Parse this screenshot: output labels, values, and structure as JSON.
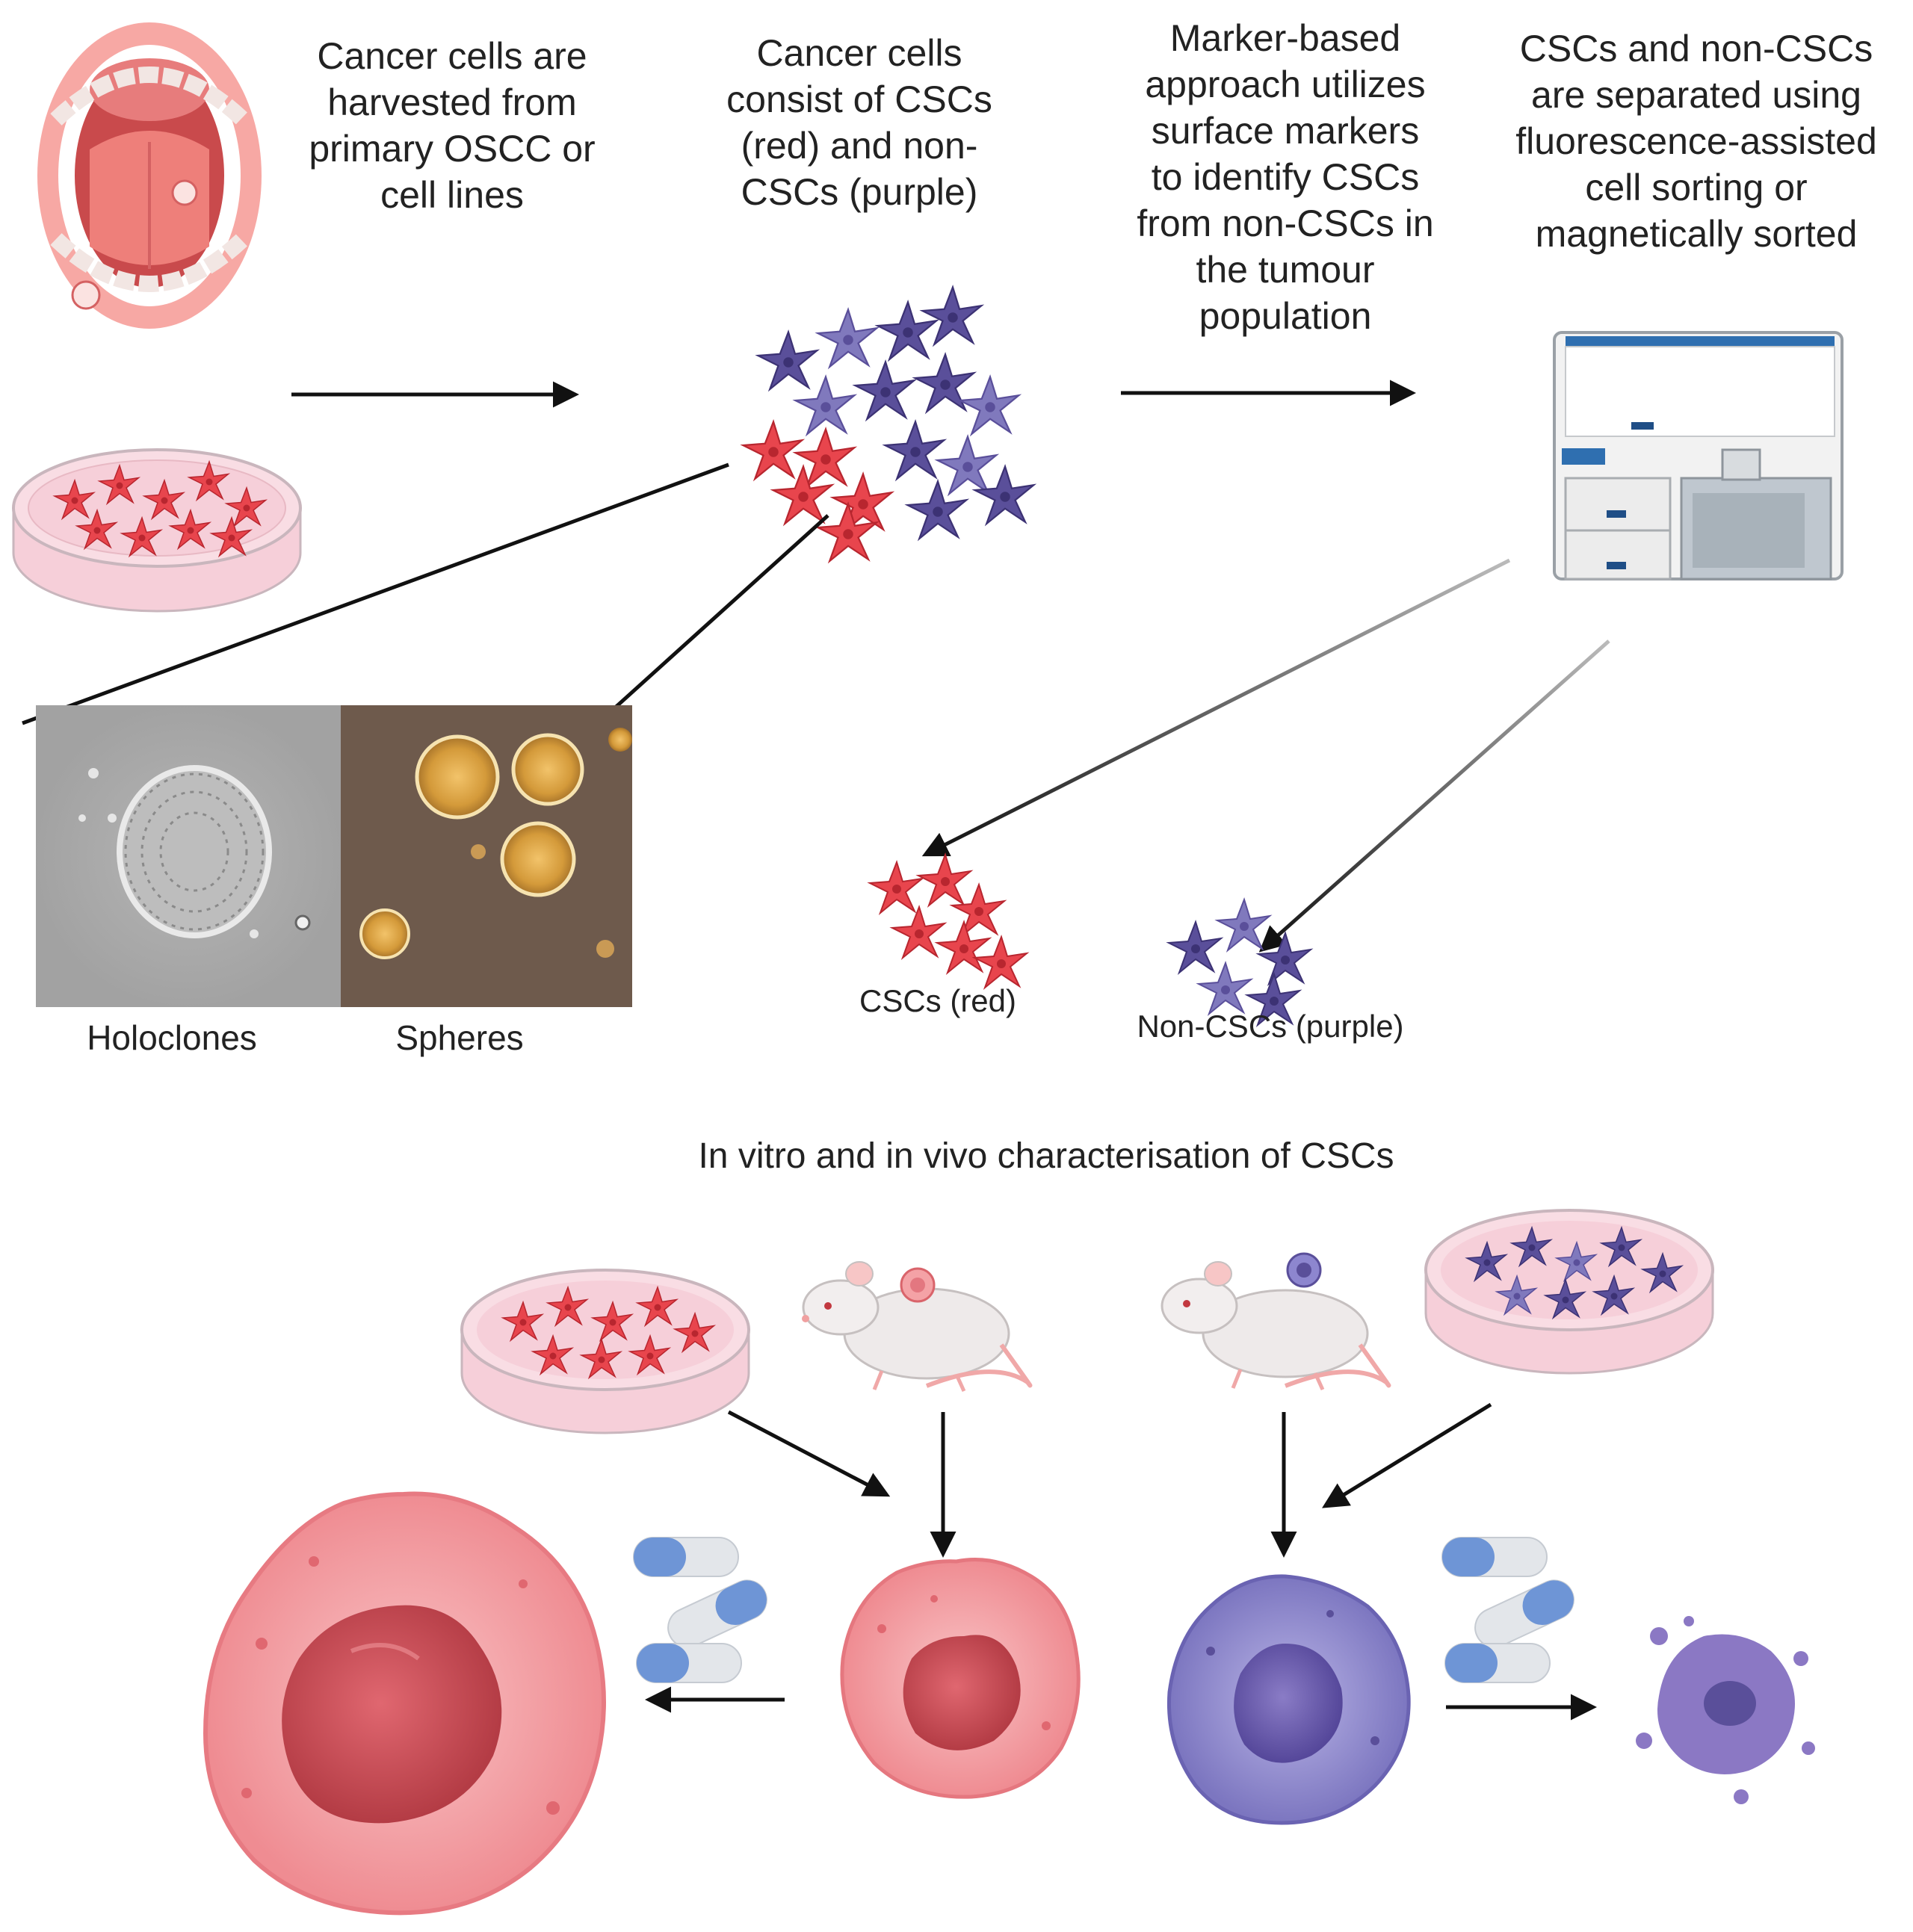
{
  "steps": {
    "harvest": "Cancer cells are\nharvested from\nprimary OSCC or\ncell lines",
    "consist": "Cancer cells\nconsist of CSCs\n(red) and non-\nCSCs (purple)",
    "marker": "Marker-based\napproach utilizes\nsurface markers\nto identify CSCs\nfrom non-CSCs in\nthe tumour\npopulation",
    "separate": "CSCs and non-CSCs\nare separated using\nfluorescence-assisted\ncell sorting or\nmagnetically sorted"
  },
  "images": {
    "holoclones": "Holoclones",
    "spheres": "Spheres"
  },
  "populations": {
    "cscs": "CSCs (red)",
    "non_cscs": "Non-CSCs (purple)"
  },
  "section_title": "In vitro and in vivo characterisation of CSCs",
  "colors": {
    "csc_red": "#e8454d",
    "noncsc_purple": "#5a4f9a",
    "dish_pink": "#f6cfd9",
    "arrow": "#111111",
    "cell_pink": "#f2a4a6",
    "nucleus_red": "#c9484f",
    "cell_lavender": "#8b86c8",
    "nucleus_purple": "#5e4f9e",
    "capsule_blue": "#6e95d6"
  }
}
